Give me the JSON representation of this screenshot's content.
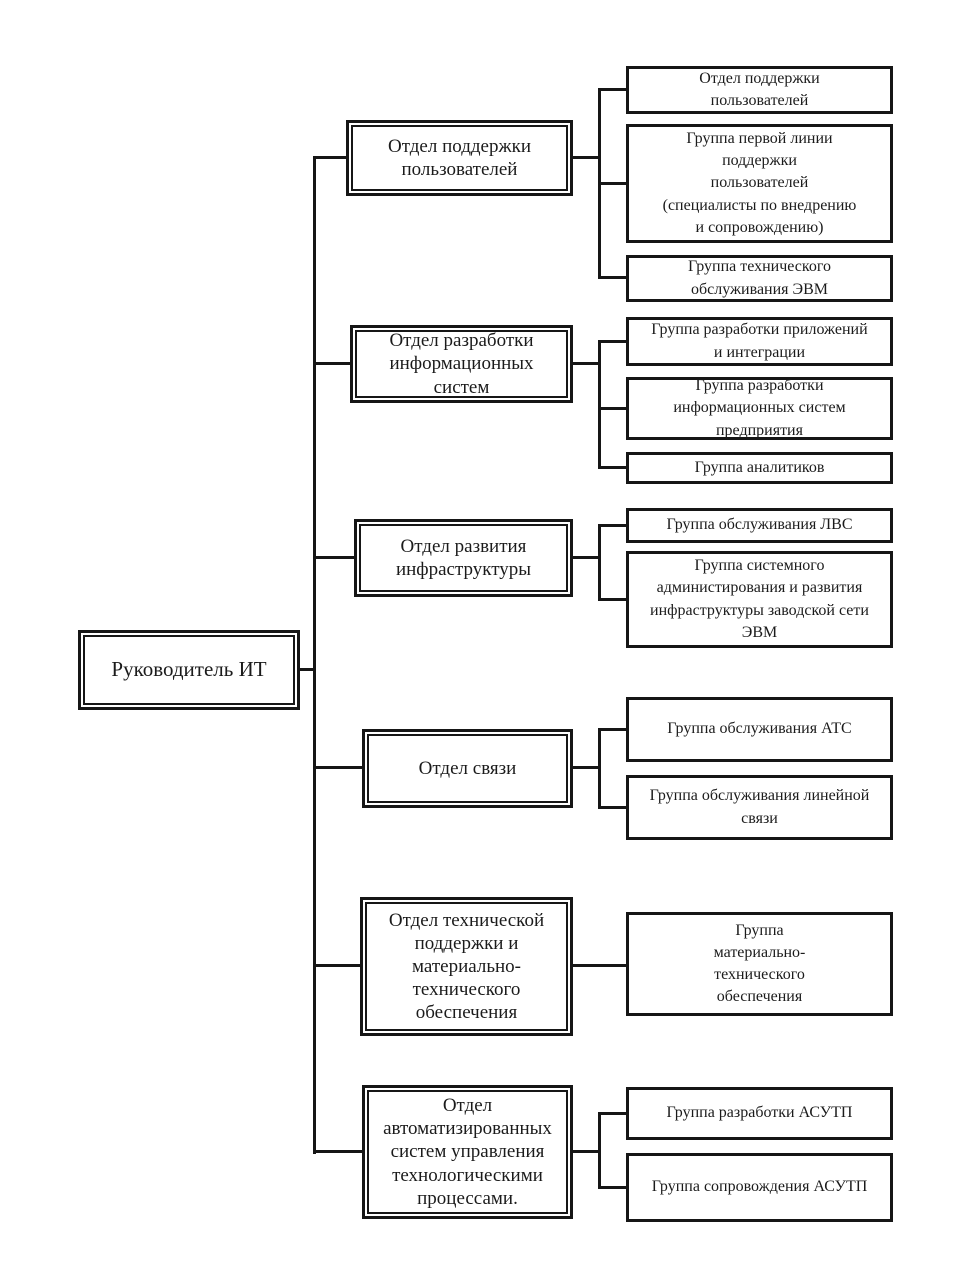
{
  "diagram": {
    "type": "org-chart",
    "line_color": "#161616",
    "background_color": "#ffffff",
    "root": {
      "label": "Руководитель ИТ"
    },
    "departments": [
      {
        "label": "Отдел поддержки\nпользователей",
        "groups": [
          {
            "label": "Отдел поддержки\nпользователей"
          },
          {
            "label": "Группа первой линии\nподдержки\nпользователей\n(специалисты по внедрению\nи сопровождению)"
          },
          {
            "label": "Группа технического\nобслуживания ЭВМ"
          }
        ]
      },
      {
        "label": "Отдел разработки\nинформационных\nсистем",
        "groups": [
          {
            "label": "Группа разработки приложений\nи интеграции"
          },
          {
            "label": "Группа разработки\nинформационных систем\nпредприятия"
          },
          {
            "label": "Группа аналитиков"
          }
        ]
      },
      {
        "label": "Отдел развития\nинфраструктуры",
        "groups": [
          {
            "label": "Группа обслуживания ЛВС"
          },
          {
            "label": "Группа системного\nадминистирования и развития\nинфраструктуры заводской сети\nЭВМ"
          }
        ]
      },
      {
        "label": "Отдел связи",
        "groups": [
          {
            "label": "Группа обслуживания АТС"
          },
          {
            "label": "Группа обслуживания линейной\nсвязи"
          }
        ]
      },
      {
        "label": "Отдел технической\nподдержки и\nматериально-\nтехнического\nобеспечения",
        "groups": [
          {
            "label": "Группа\nматериально-\nтехнического\nобеспечения"
          }
        ]
      },
      {
        "label": "Отдел\nавтоматизированных\nсистем управления\nтехнологическими\nпроцессами.",
        "groups": [
          {
            "label": "Группа разработки АСУТП"
          },
          {
            "label": "Группа сопровождения АСУТП"
          }
        ]
      }
    ]
  }
}
